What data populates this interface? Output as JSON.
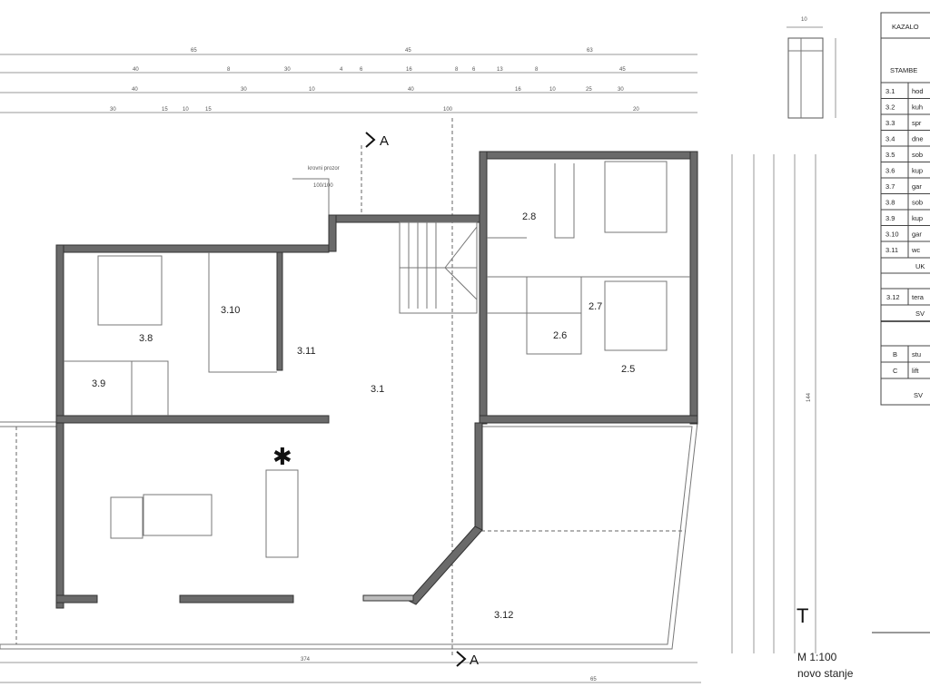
{
  "dimensions": {
    "row0": [
      "65",
      "45",
      "63"
    ],
    "row1": [
      "40",
      "8",
      "30",
      "4",
      "6",
      "16",
      "8",
      "6",
      "13",
      "8",
      "45"
    ],
    "row2": [
      "40",
      "30",
      "10",
      "40",
      "16",
      "10",
      "25",
      "30"
    ],
    "row3": [
      "30",
      "15",
      "10",
      "15",
      "100",
      "20"
    ],
    "bottom": [
      "374",
      "65"
    ],
    "right": [
      "144"
    ],
    "window_note": [
      "krovni prozor",
      "100/100"
    ],
    "detail": [
      "10"
    ]
  },
  "rooms": [
    "3.1",
    "3.8",
    "3.9",
    "3.10",
    "3.11",
    "2.5",
    "2.6",
    "2.7",
    "2.8",
    "3.12"
  ],
  "section_marker": "A",
  "legend": {
    "title": "KAZALO",
    "section": "STAMBE",
    "rows": [
      {
        "id": "3.1",
        "name": "hod"
      },
      {
        "id": "3.2",
        "name": "kuh"
      },
      {
        "id": "3.3",
        "name": "spr"
      },
      {
        "id": "3.4",
        "name": "dne"
      },
      {
        "id": "3.5",
        "name": "sob"
      },
      {
        "id": "3.6",
        "name": "kup"
      },
      {
        "id": "3.7",
        "name": "gar"
      },
      {
        "id": "3.8",
        "name": "sob"
      },
      {
        "id": "3.9",
        "name": "kup"
      },
      {
        "id": "3.10",
        "name": "gar"
      },
      {
        "id": "3.11",
        "name": "wc"
      }
    ],
    "subtotal": "UK",
    "terrace": {
      "id": "3.12",
      "name": "tera"
    },
    "sum1": "SV",
    "common": [
      {
        "id": "B",
        "name": "stu"
      },
      {
        "id": "C",
        "name": "lift"
      }
    ],
    "sum2": "SV"
  },
  "title_fragment": "T",
  "scale": "M 1:100",
  "state": "novo stanje"
}
